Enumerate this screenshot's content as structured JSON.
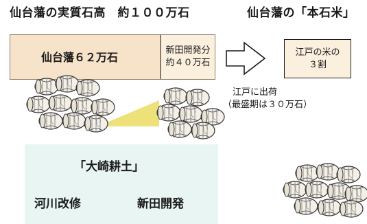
{
  "titles": {
    "real_yield": "仙台藩の実質石高　約１００万石",
    "main_rice": "仙台藩の「本石米」"
  },
  "boxes": {
    "base_domain": "仙台藩６２万石",
    "new_fields": [
      "新田開発分",
      "約４０万石"
    ],
    "edo_rice": [
      "江戸の米の",
      "３割"
    ]
  },
  "shipment": {
    "line1": "江戸に出荷",
    "line2": "（最盛期は３０万石）"
  },
  "bottom_panel": {
    "heading": "「大崎耕土」",
    "item_left": "河川改修",
    "item_right": "新田開発"
  },
  "colors": {
    "box_fill": "#f7e3c9",
    "panel_fill": "#e8f5f2",
    "triangle_fill": "#efe17a"
  },
  "icons": [
    "rice-bale-pile-icon",
    "right-arrow-icon"
  ]
}
